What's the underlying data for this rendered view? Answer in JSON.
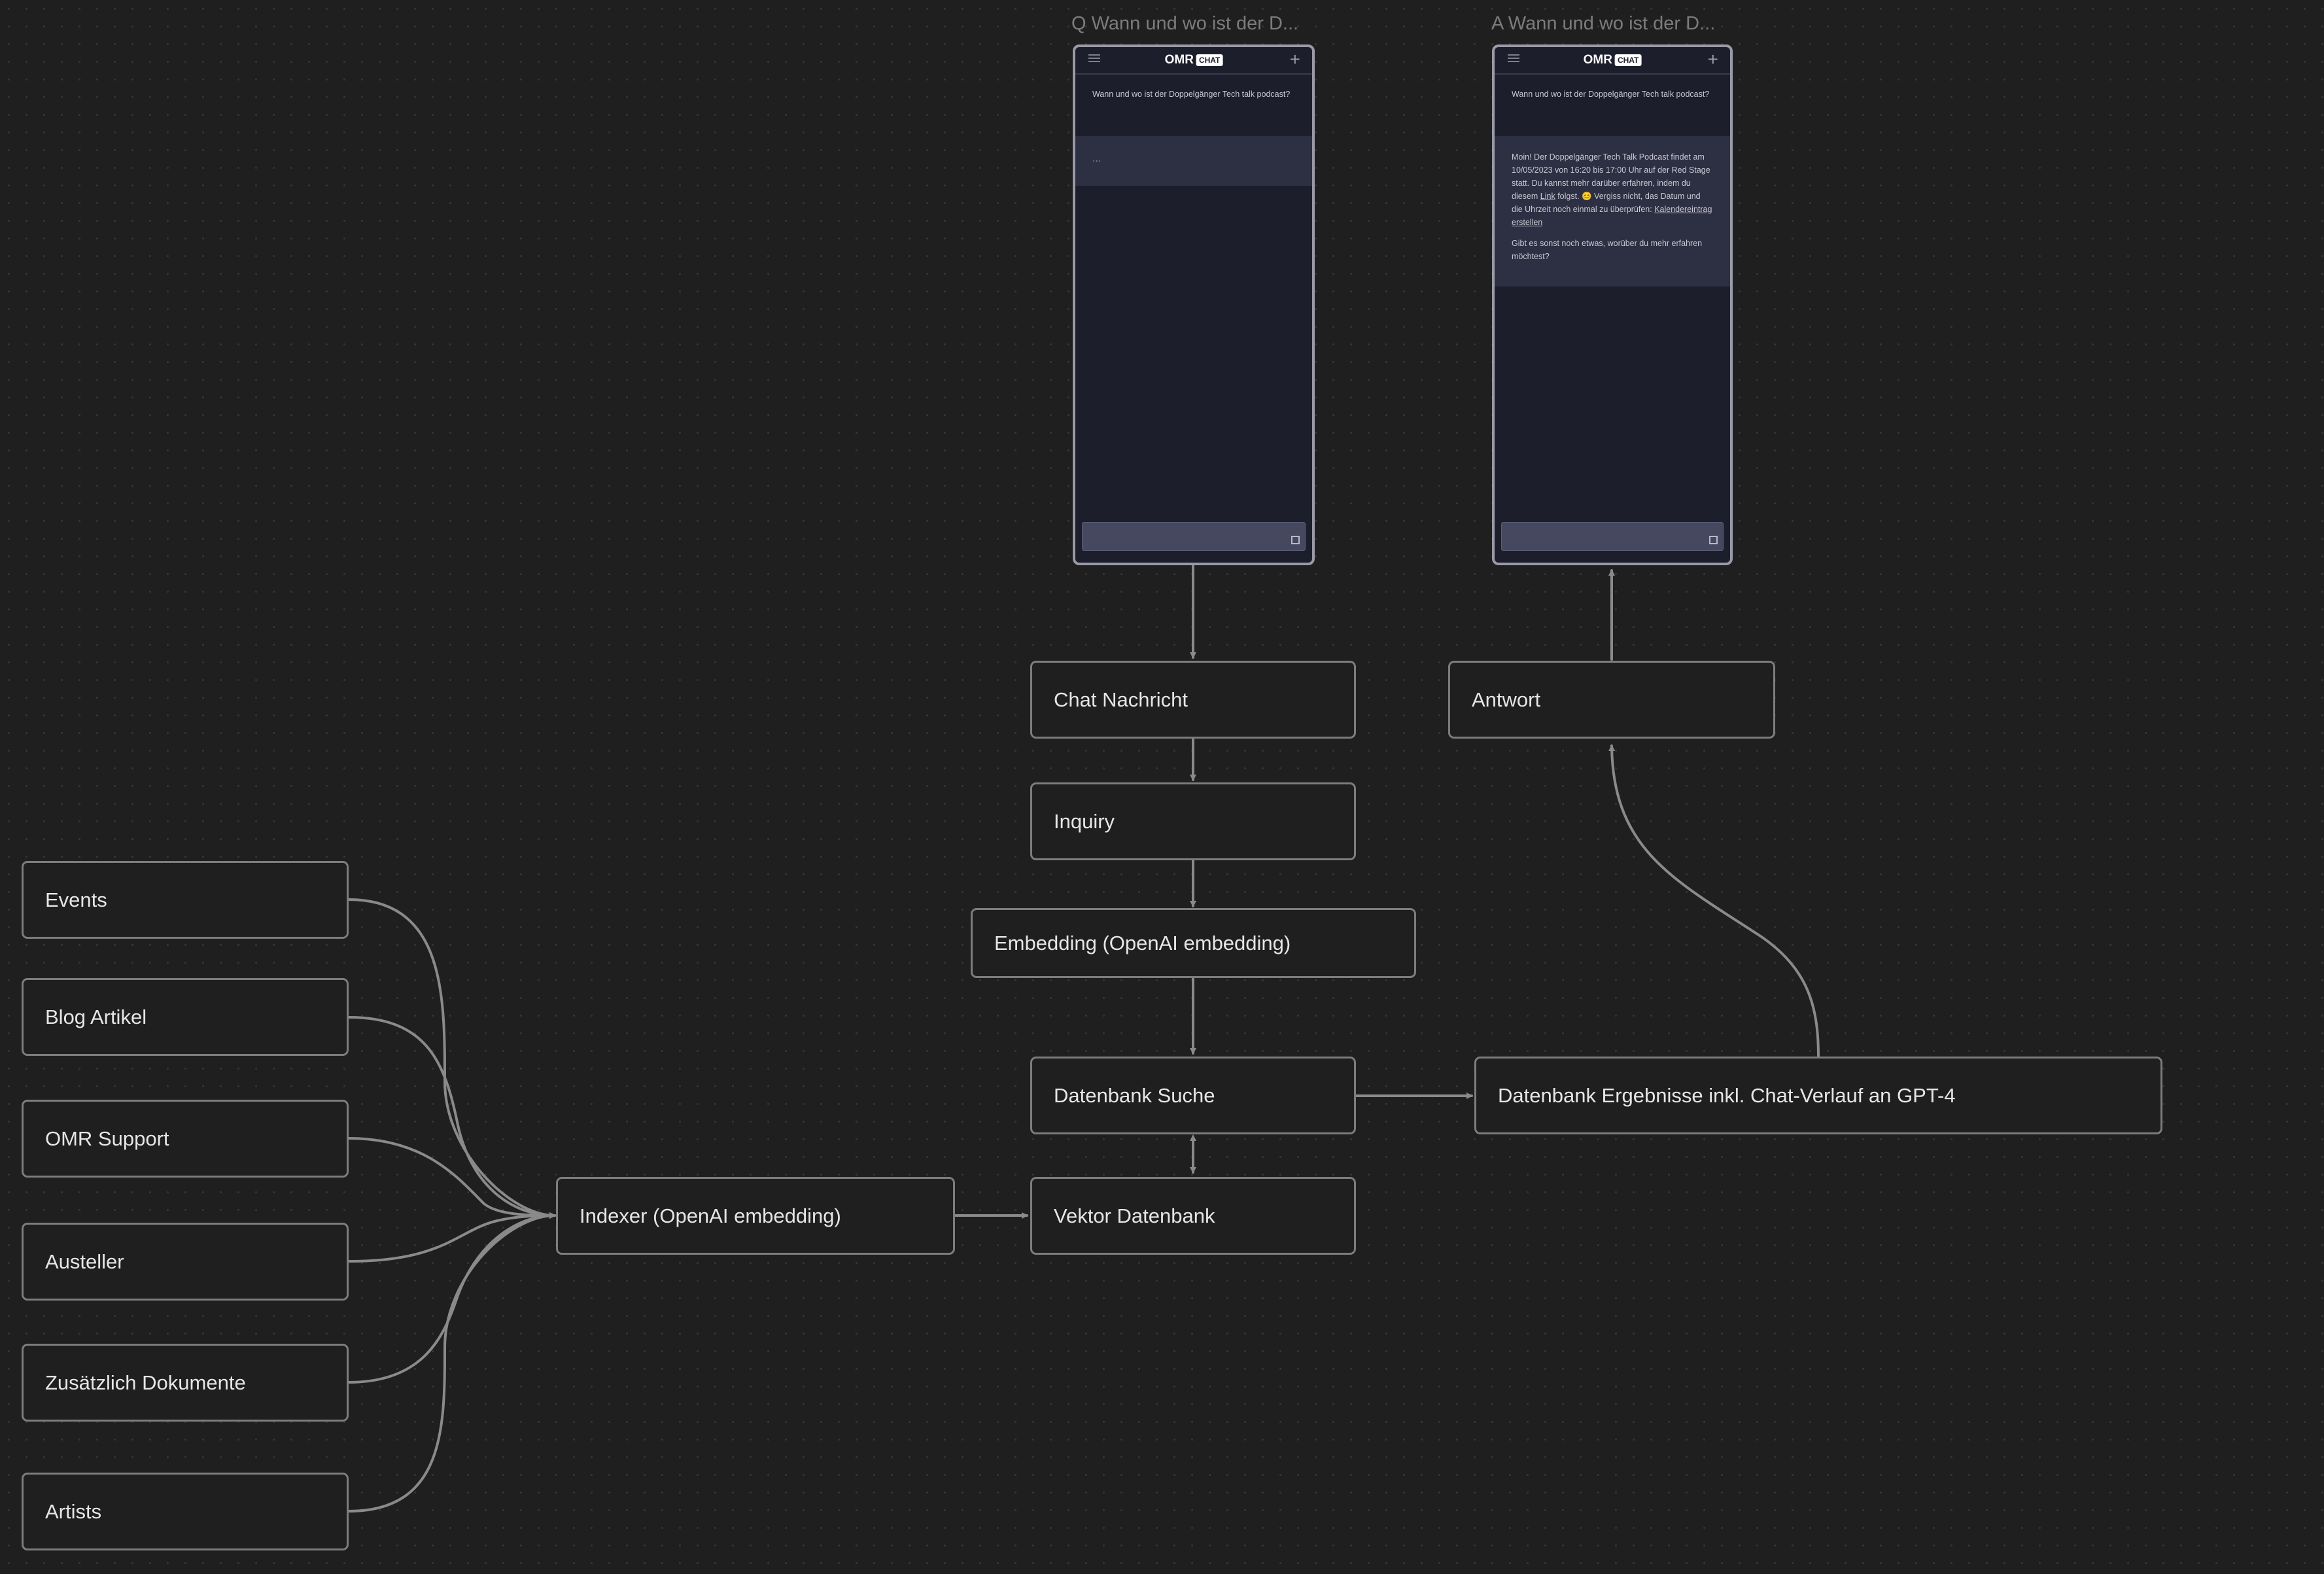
{
  "frames": {
    "question_label": "Q Wann und wo ist der D...",
    "answer_label": "A Wann und wo ist der D..."
  },
  "phone": {
    "logo_text": "OMR",
    "logo_badge": "CHAT",
    "question": "Wann und wo ist der Doppelgänger Tech talk podcast?",
    "typing": "...",
    "answer_p1_a": "Moin! Der Doppelgänger Tech Talk Podcast findet am 10/05/2023 von 16:20 bis 17:00 Uhr auf der Red Stage statt. Du kannst mehr darüber erfahren, indem du diesem ",
    "answer_p1_link": "Link",
    "answer_p1_b": " folgst. 😊 Vergiss nicht, das Datum und die Uhrzeit noch einmal zu überprüfen: ",
    "answer_p1_link2": "Kalendereintrag erstellen",
    "answer_p2": "Gibt es sonst noch etwas, worüber du mehr erfahren möchtest?"
  },
  "nodes": {
    "events": "Events",
    "blog": "Blog Artikel",
    "support": "OMR Support",
    "aussteller": "Austeller",
    "dokumente": "Zusätzlich Dokumente",
    "artists": "Artists",
    "indexer": "Indexer (OpenAI embedding)",
    "vektor": "Vektor Datenbank",
    "chat_nachricht": "Chat Nachricht",
    "inquiry": "Inquiry",
    "embedding": "Embedding (OpenAI embedding)",
    "suche": "Datenbank Suche",
    "ergebnisse": "Datenbank Ergebnisse inkl. Chat-Verlauf an GPT-4",
    "antwort": "Antwort"
  },
  "colors": {
    "background": "#1f1f1f",
    "node_border": "#7d7d7d",
    "edge": "#8a8a8a",
    "phone_bg": "#1d1e2b",
    "phone_answer_bg": "#2d2f42"
  }
}
